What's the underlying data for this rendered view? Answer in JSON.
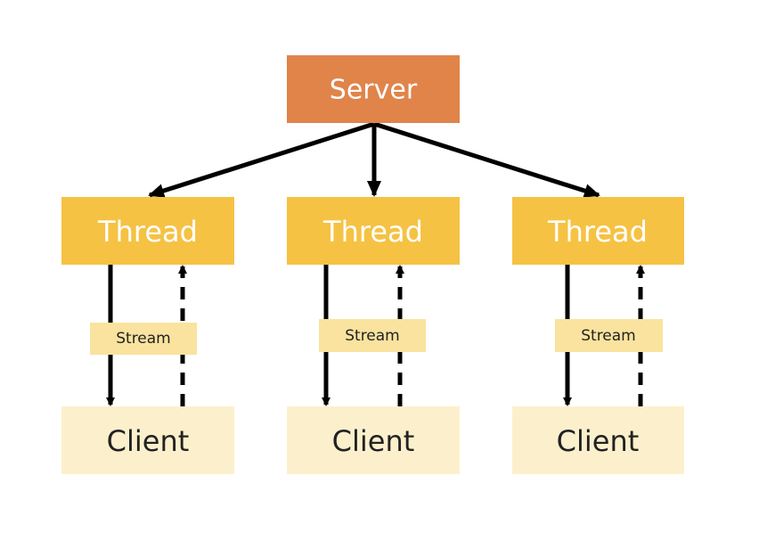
{
  "colors": {
    "server": "#E0844A",
    "thread": "#F5C244",
    "client": "#FCF0CC",
    "stream": "#F9E39E",
    "arrow": "#000000"
  },
  "server": {
    "label": "Server"
  },
  "columns": [
    {
      "thread_label": "Thread",
      "stream_label": "Stream",
      "client_label": "Client"
    },
    {
      "thread_label": "Thread",
      "stream_label": "Stream",
      "client_label": "Client"
    },
    {
      "thread_label": "Thread",
      "stream_label": "Stream",
      "client_label": "Client"
    }
  ]
}
